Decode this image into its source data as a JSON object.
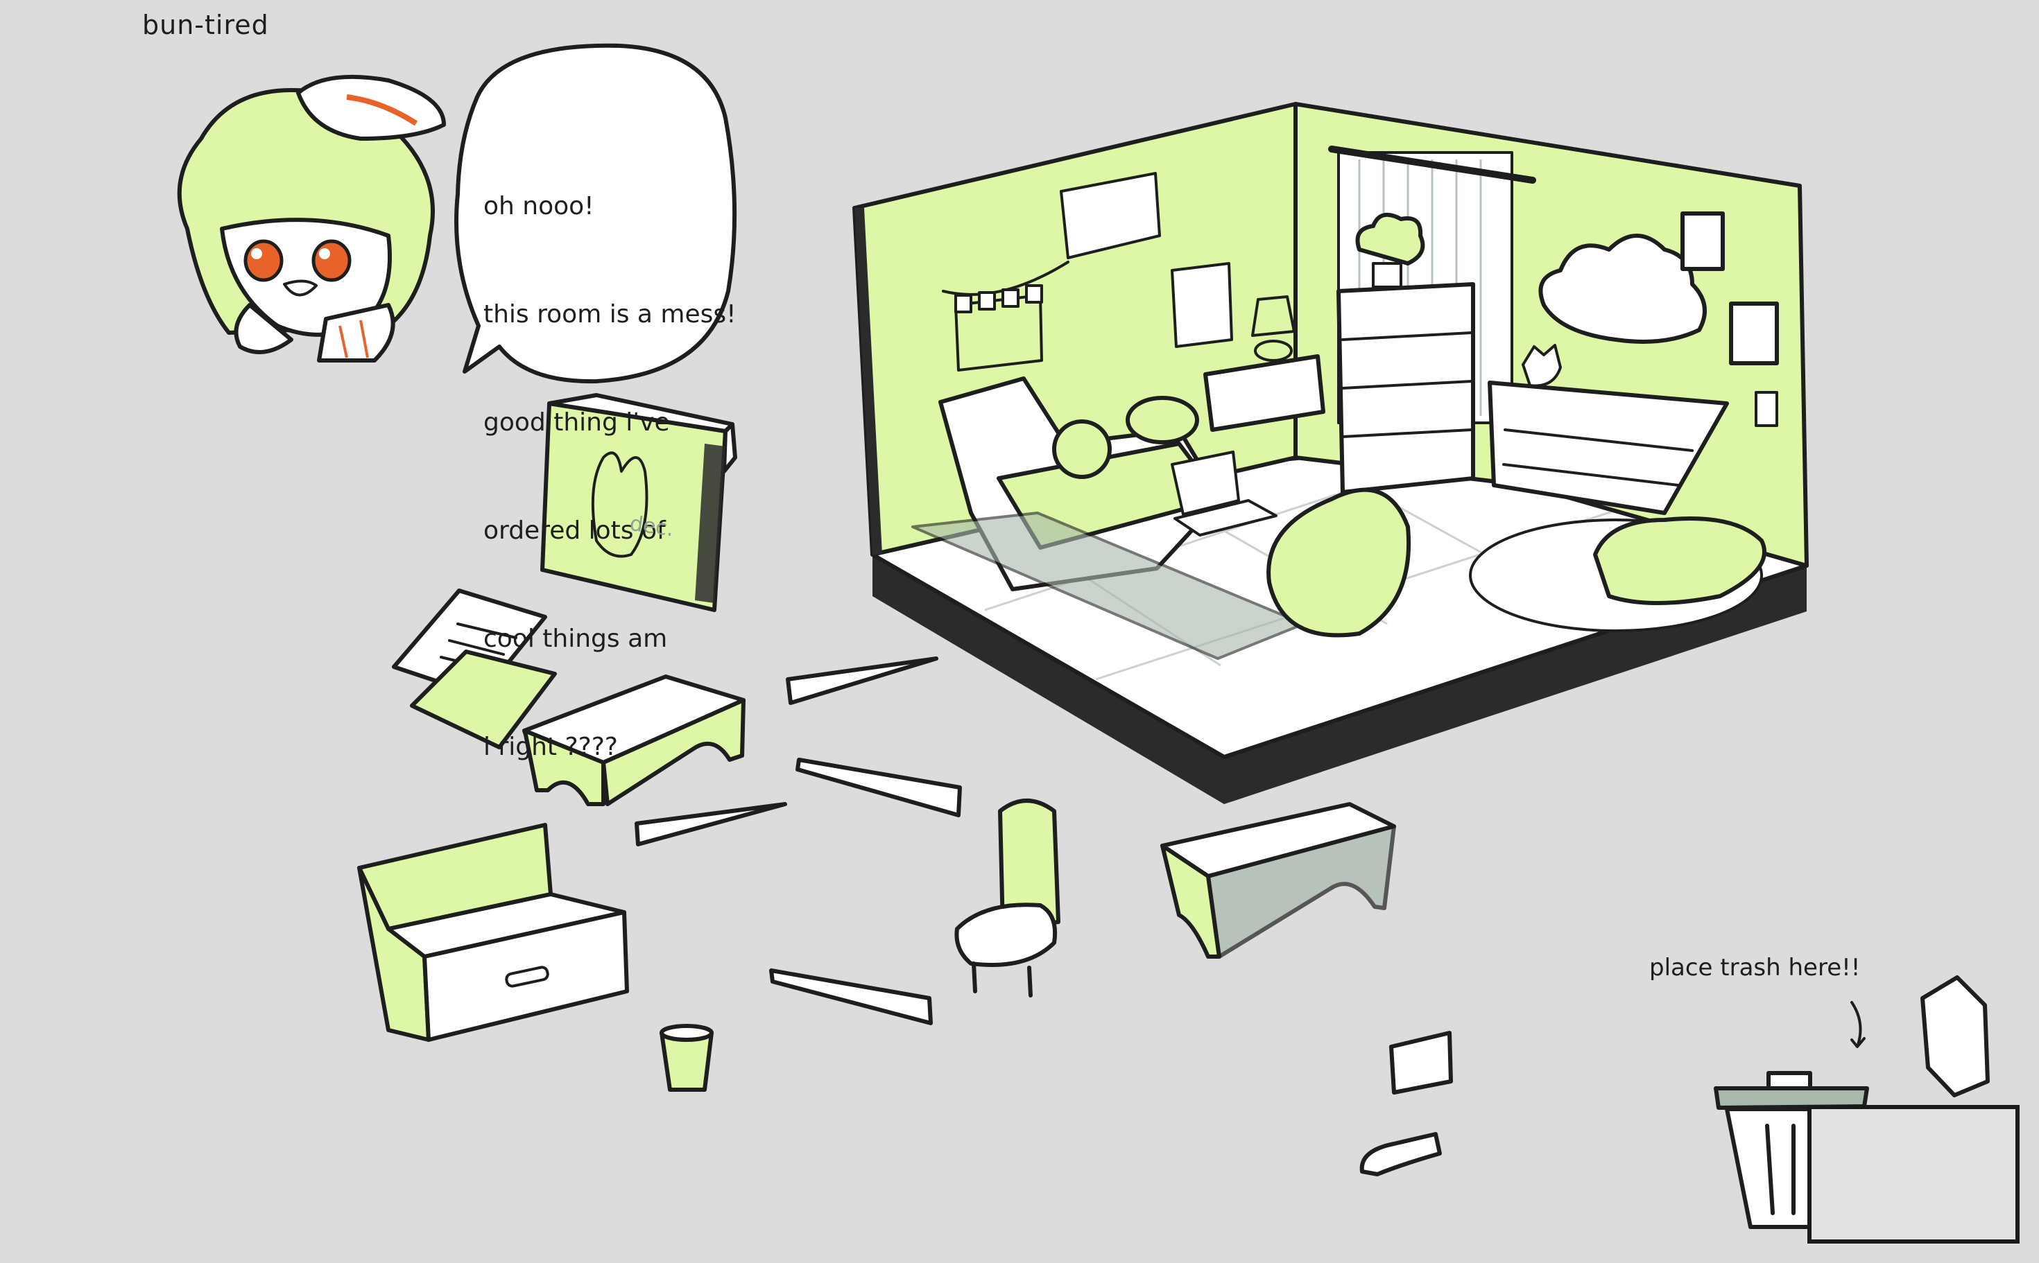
{
  "signature": "bun-tired",
  "speech_bubble": {
    "lines": [
      "oh nooo!",
      "this room is a mess!",
      "good thing i've",
      "ordered lots of",
      "cool things am",
      "i right ????"
    ]
  },
  "trash": {
    "hint": "place trash here!!"
  },
  "box": {
    "label": "dec."
  },
  "colors": {
    "background": "#dcdcdc",
    "accent_green": "#ddf7a6",
    "outline": "#1e1e1e",
    "shadow_gray": "#a8b8ac",
    "character_orange": "#e8632a"
  }
}
